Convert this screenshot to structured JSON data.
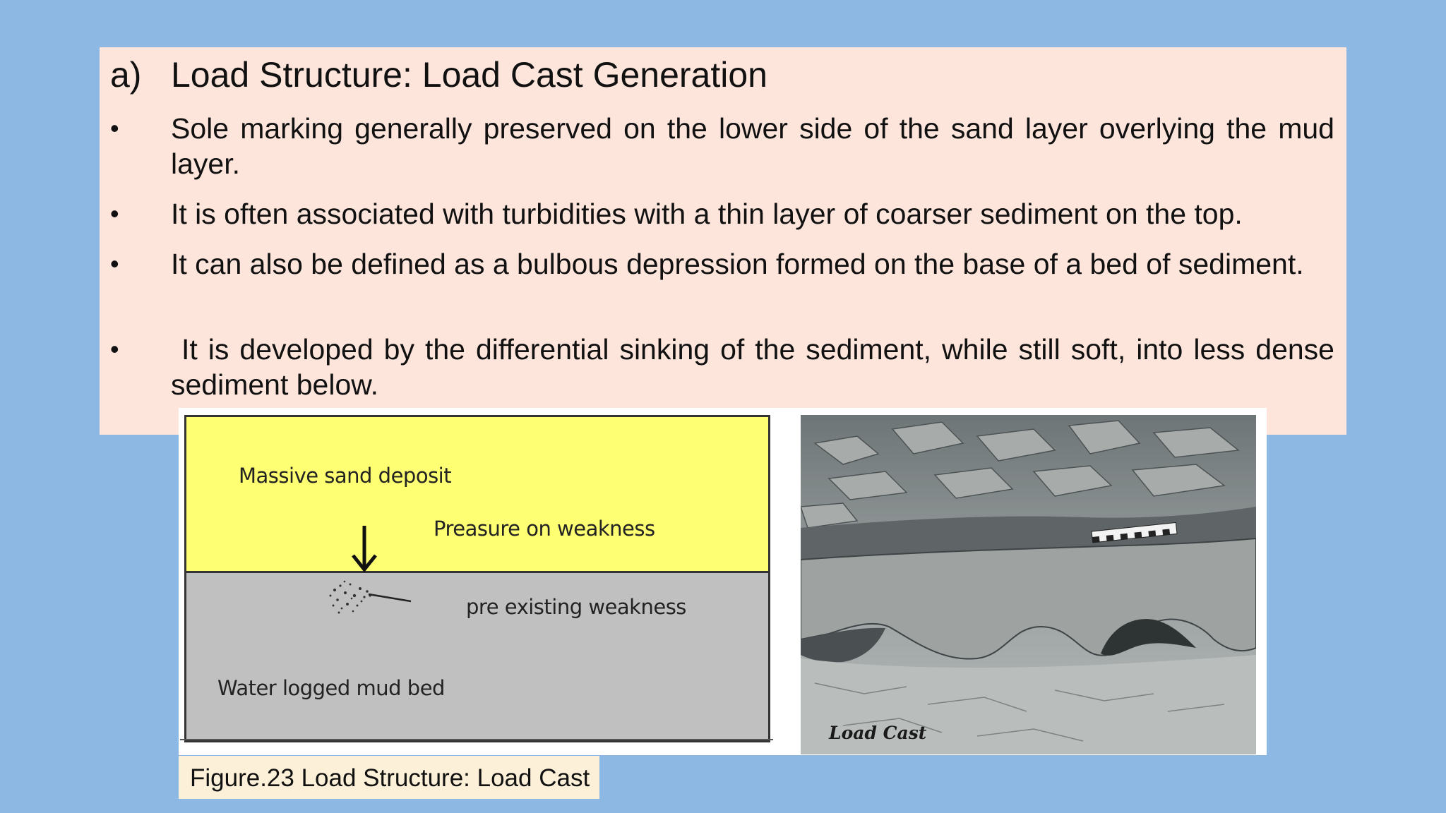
{
  "heading": {
    "marker": "a)",
    "title": "Load Structure: Load Cast Generation"
  },
  "bullets": [
    {
      "symbol": "•",
      "text": "Sole marking generally preserved on the lower side of the sand layer overlying the mud layer."
    },
    {
      "symbol": "•",
      "text": "It is often associated with turbidities with a thin layer of coarser sediment on the top."
    },
    {
      "symbol": "•",
      "text": "It can also be defined as a bulbous depression formed on the base of a bed of sediment."
    },
    {
      "symbol": "•",
      "text": " It is developed by the differential sinking of the sediment, while still soft, into less dense sediment below."
    }
  ],
  "diagram": {
    "sand_label": "Massive sand deposit",
    "pressure_label": "Preasure on weakness",
    "weakness_label": "pre existing weakness",
    "mud_label": "Water logged mud bed",
    "colors": {
      "sand": "#ffff73",
      "mud": "#c0c0c0"
    }
  },
  "photo": {
    "caption": "Load Cast"
  },
  "figure_caption": "Figure.23 Load Structure: Load Cast",
  "colors": {
    "background": "#8db8e3",
    "text_panel": "#fde5dc",
    "caption_box": "#fcf0d8"
  }
}
